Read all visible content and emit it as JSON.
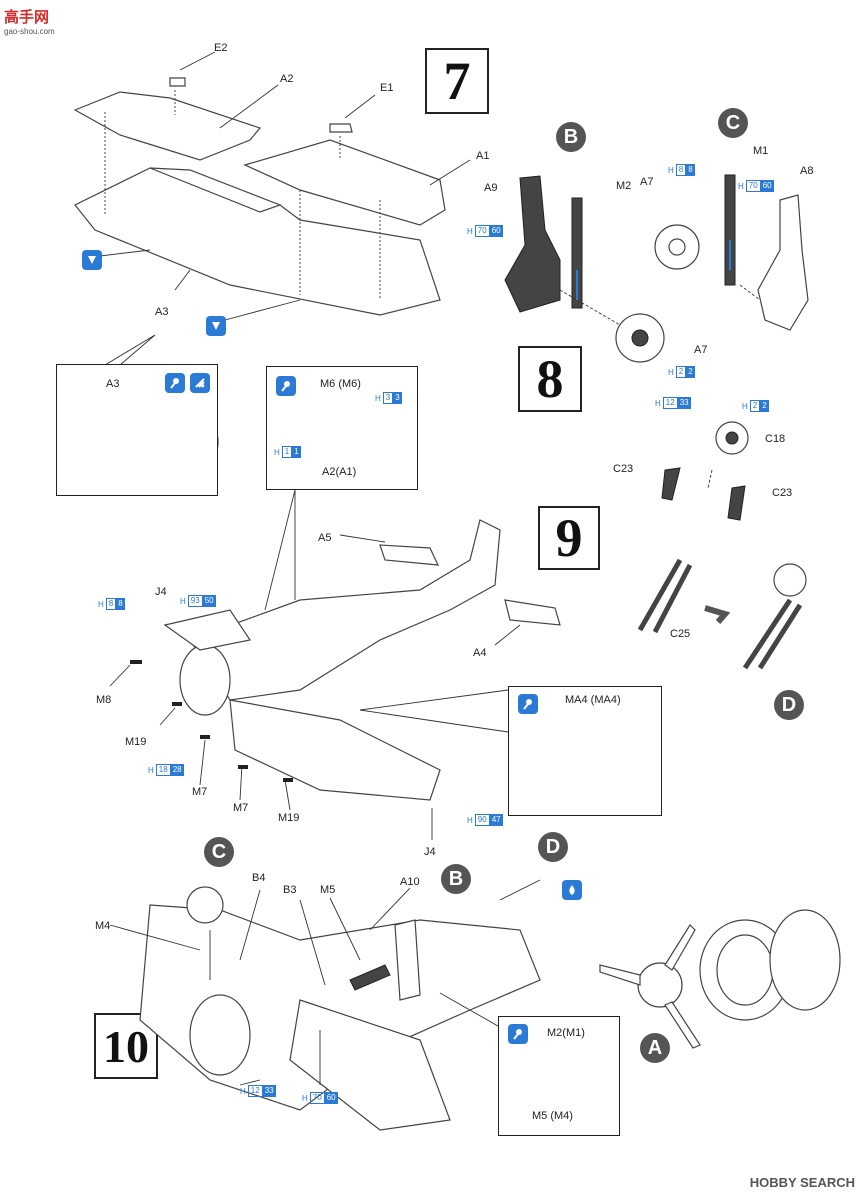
{
  "watermark": {
    "site": "高手网",
    "sub": "gao-shou.com"
  },
  "footer": {
    "brand": "HOBBY SEARCH"
  },
  "steps": {
    "s7": "7",
    "s8": "8",
    "s9": "9",
    "s10": "10"
  },
  "circles": {
    "b": "B",
    "c": "C",
    "d": "D",
    "a": "A"
  },
  "labels": {
    "e2": "E2",
    "a2": "A2",
    "e1": "E1",
    "a1": "A1",
    "a3": "A3",
    "a9": "A9",
    "m2": "M2",
    "m1": "M1",
    "a7a": "A7",
    "a7b": "A7",
    "a8": "A8",
    "c18": "C18",
    "c23a": "C23",
    "c23b": "C23",
    "c25": "C25",
    "inset_a3": "A3",
    "m6": "M6 (M6)",
    "a2a1": "A2(A1)",
    "a5": "A5",
    "a4": "A4",
    "j4a": "J4",
    "j4b": "J4",
    "m8": "M8",
    "m19a": "M19",
    "m19b": "M19",
    "m7a": "M7",
    "m7b": "M7",
    "ma4": "MA4 (MA4)",
    "b4": "B4",
    "b3": "B3",
    "m5": "M5",
    "a10": "A10",
    "m4": "M4",
    "m2m1": "M2(M1)",
    "m5m4": "M5 (M4)"
  },
  "paint_codes": [
    {
      "h": "H",
      "a": "70",
      "b": "60"
    },
    {
      "h": "H",
      "a": "8",
      "b": "8"
    },
    {
      "h": "H",
      "a": "70",
      "b": "60"
    },
    {
      "h": "H",
      "a": "2",
      "b": "2"
    },
    {
      "h": "H",
      "a": "12",
      "b": "33"
    },
    {
      "h": "H",
      "a": "2",
      "b": "2"
    },
    {
      "h": "H",
      "a": "3",
      "b": "3"
    },
    {
      "h": "H",
      "a": "1",
      "b": "1"
    },
    {
      "h": "H",
      "a": "8",
      "b": "8"
    },
    {
      "h": "H",
      "a": "93",
      "b": "50"
    },
    {
      "h": "H",
      "a": "18",
      "b": "28"
    },
    {
      "h": "H",
      "a": "90",
      "b": "47"
    },
    {
      "h": "H",
      "a": "12",
      "b": "33"
    },
    {
      "h": "H",
      "a": "70",
      "b": "60"
    }
  ],
  "icons": [
    "cement-icon",
    "cement-icon",
    "glue-icon",
    "paint-brush-icon",
    "stripe-icon",
    "glue-icon",
    "glue-icon",
    "glue-icon",
    "glue-drop-icon"
  ],
  "accent": "#2b7ad6"
}
